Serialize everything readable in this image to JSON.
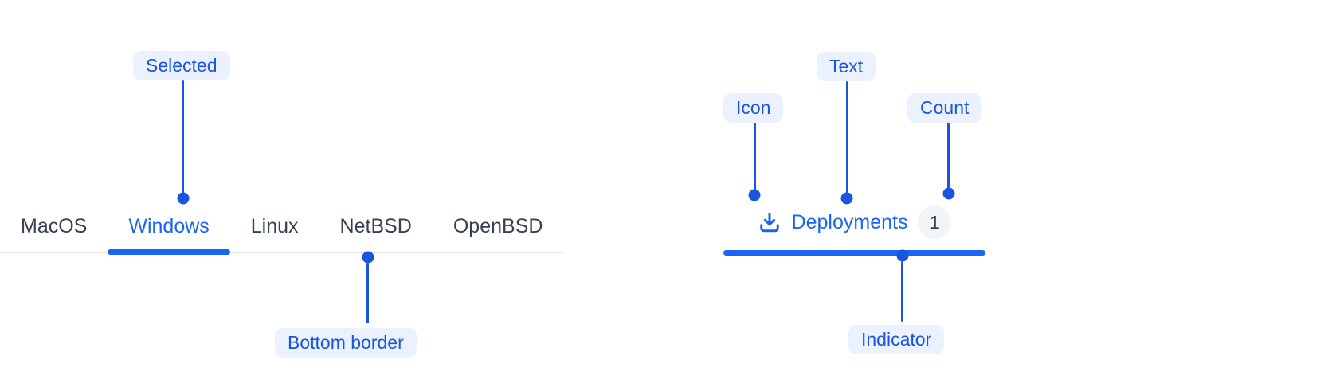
{
  "colors": {
    "accent": "#1c64f2",
    "annotation": "#1a56db",
    "pill_bg": "#ebf1ff",
    "tab_text": "#374151",
    "badge_bg": "#f3f4f6",
    "border_gray": "#e5e7eb"
  },
  "os_tabs": {
    "items": [
      {
        "label": "MacOS",
        "selected": false
      },
      {
        "label": "Windows",
        "selected": true
      },
      {
        "label": "Linux",
        "selected": false
      },
      {
        "label": "NetBSD",
        "selected": false
      },
      {
        "label": "OpenBSD",
        "selected": false
      }
    ]
  },
  "deployment_tab": {
    "icon": "download-icon",
    "label": "Deployments",
    "count": "1"
  },
  "annotations": {
    "selected": "Selected",
    "bottom_border": "Bottom border",
    "icon": "Icon",
    "text": "Text",
    "count": "Count",
    "indicator": "Indicator"
  }
}
